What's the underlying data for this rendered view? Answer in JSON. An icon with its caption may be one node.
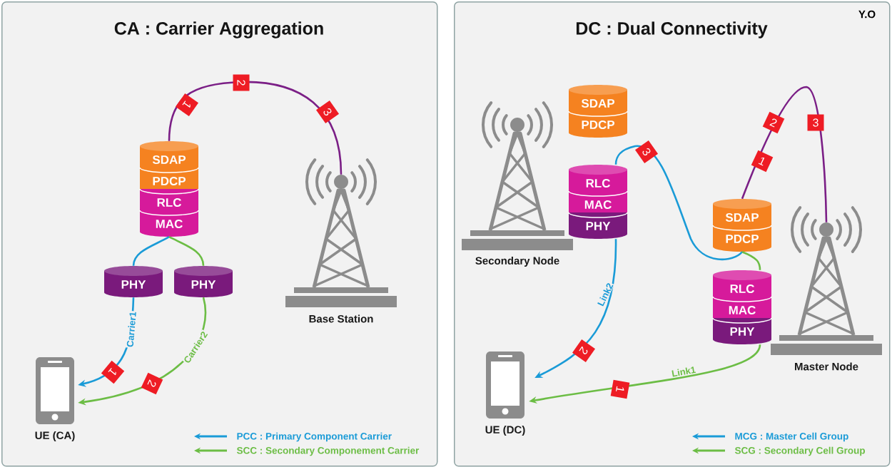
{
  "diagram": {
    "nodes": [
      {
        "text": [
          "CA : Carrier Aggregation"
        ]
      },
      {
        "text": [
          "DC : Dual Connectivity"
        ]
      },
      {
        "text": [
          "SDAP",
          "PDCP",
          "RLC",
          "MAC"
        ],
        "in": 0
      },
      {
        "text": [
          "PHY"
        ],
        "in": 0
      },
      {
        "text": [
          "PHY"
        ],
        "in": 0
      },
      {
        "text": [],
        "shape": "tower",
        "beside": [
          "Base Station"
        ],
        "in": 0
      },
      {
        "text": [],
        "shape": "phone",
        "beside": [
          "UE (CA)"
        ],
        "in": 0
      },
      {
        "text": [
          "SDAP",
          "PDCP"
        ],
        "in": 1
      },
      {
        "text": [
          "RLC",
          "MAC",
          "PHY"
        ],
        "in": 1
      },
      {
        "text": [],
        "shape": "tower",
        "beside": [
          "Secondary Node"
        ],
        "in": 1
      },
      {
        "text": [
          "SDAP",
          "PDCP"
        ],
        "in": 1
      },
      {
        "text": [
          "RLC",
          "MAC",
          "PHY"
        ],
        "in": 1
      },
      {
        "text": [],
        "shape": "tower",
        "beside": [
          "Master Node"
        ],
        "in": 1
      },
      {
        "text": [],
        "shape": "phone",
        "beside": [
          "UE (DC)"
        ],
        "in": 1
      }
    ],
    "edges": [
      {
        "from": 2,
        "to": 5,
        "arrow": "none",
        "color": "#7b1f86"
      },
      {
        "from": 2,
        "to": 3,
        "arrow": "none",
        "color": "#1a9bd7"
      },
      {
        "from": 3,
        "to": 6,
        "arrow": "to",
        "label": "Carrier1",
        "color": "#1a9bd7"
      },
      {
        "from": 2,
        "to": 4,
        "arrow": "none",
        "color": "#6cbd45"
      },
      {
        "from": 4,
        "to": 6,
        "arrow": "to",
        "label": "Carrier2",
        "color": "#6cbd45"
      },
      {
        "from": 10,
        "to": 12,
        "arrow": "none",
        "color": "#7b1f86"
      },
      {
        "from": 10,
        "to": 8,
        "arrow": "none",
        "color": "#1a9bd7"
      },
      {
        "from": 8,
        "to": 13,
        "arrow": "to",
        "label": "Link2",
        "color": "#1a9bd7"
      },
      {
        "from": 10,
        "to": 11,
        "arrow": "none",
        "color": "#6cbd45"
      },
      {
        "from": 11,
        "to": 13,
        "arrow": "to",
        "label": "Link1",
        "color": "#6cbd45"
      }
    ],
    "labels": [
      "Y.O",
      "1",
      "2",
      "3",
      "1",
      "2",
      "2",
      "3",
      "1",
      "3",
      "2",
      "1"
    ],
    "legend": [
      {
        "text": "PCC : Primary Component Carrier"
      },
      {
        "text": "SCC : Secondary Componement Carrier"
      },
      {
        "text": "MCG : Master Cell Group"
      },
      {
        "text": "SCG : Secondary Cell Group"
      }
    ]
  }
}
